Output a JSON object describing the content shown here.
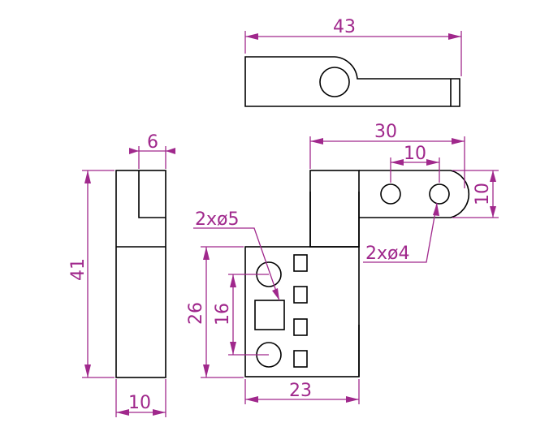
{
  "colors": {
    "outline": "#000000",
    "dimension": "#a0288c",
    "background": "#ffffff"
  },
  "dimensions": {
    "top_length": "43",
    "side_thickness": "6",
    "side_height": "41",
    "side_width": "10",
    "hinge_length": "30",
    "hole_pitch": "10",
    "tab_height": "10",
    "large_holes": "2xø5",
    "small_holes": "2xø4",
    "plate_height": "26",
    "hole_spacing": "16",
    "plate_width": "23"
  }
}
